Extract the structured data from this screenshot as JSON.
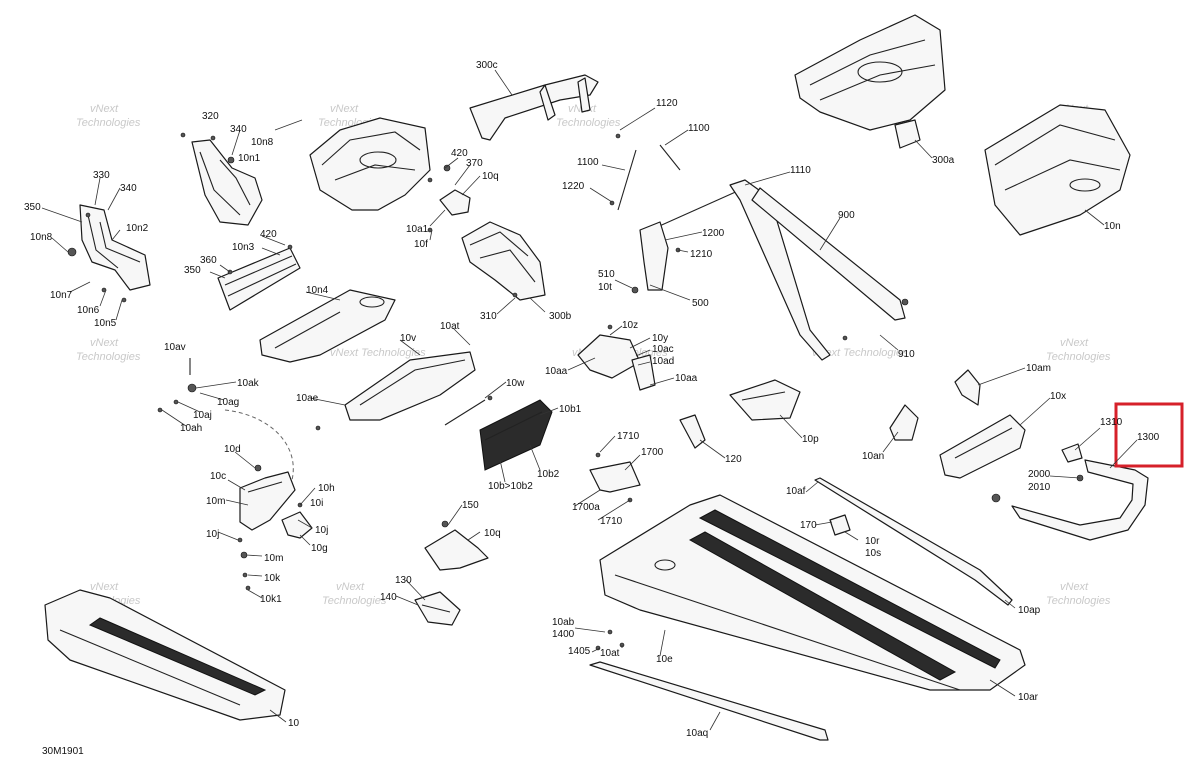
{
  "diagram": {
    "code": "30M1901",
    "highlight_color": "#d6202a",
    "watermark": {
      "line1": "vNext",
      "line2": "Technologies",
      "combined": "vNext Technologies"
    },
    "callouts": {
      "c300c": "300c",
      "c1120": "1120",
      "c1100a": "1100",
      "c1100b": "1100",
      "c1110": "1110",
      "c1220": "1220",
      "c1200": "1200",
      "c1210": "1210",
      "c510": "510",
      "c10t": "10t",
      "c500": "500",
      "c900": "900",
      "c910": "910",
      "c300a": "300a",
      "c10n": "10n",
      "c320": "320",
      "c340a": "340",
      "c10n8a": "10n8",
      "c10n1": "10n1",
      "c330": "330",
      "c340b": "340",
      "c350a": "350",
      "c10n8b": "10n8",
      "c10n2": "10n2",
      "c10n7": "10n7",
      "c10n6": "10n6",
      "c10n5": "10n5",
      "c420a": "420",
      "c370": "370",
      "c10q": "10q",
      "c10a1": "10a1",
      "c10f": "10f",
      "c310": "310",
      "c300b": "300b",
      "c10n3": "10n3",
      "c420b": "420",
      "c360": "360",
      "c350b": "350",
      "c10n4": "10n4",
      "c10at": "10at",
      "c10v": "10v",
      "c10av": "10av",
      "c10ak": "10ak",
      "c10ag": "10ag",
      "c10aj": "10aj",
      "c10ah": "10ah",
      "c10ae": "10ae",
      "c10w": "10w",
      "c10b1": "10b1",
      "c10b2": "10b2",
      "c10b10b2": "10b>10b2",
      "c10z": "10z",
      "c10y": "10y",
      "c10ac": "10ac",
      "c10ad": "10ad",
      "c10aa1": "10aa",
      "c10aa2": "10aa",
      "c10p": "10p",
      "c120": "120",
      "c10am": "10am",
      "c10x": "10x",
      "c10an": "10an",
      "c1310": "1310",
      "c1300": "1300",
      "c2000": "2000",
      "c2010": "2010",
      "c10d": "10d",
      "c10c": "10c",
      "c10m1": "10m",
      "c10h": "10h",
      "c10i": "10i",
      "c10j1": "10j",
      "c10g": "10g",
      "c10j2": "10j",
      "c10m2": "10m",
      "c10k": "10k",
      "c10k1": "10k1",
      "c1710a": "1710",
      "c1700": "1700",
      "c1700a": "1700a",
      "c1710b": "1710",
      "c150": "150",
      "c10qb": "10q",
      "c130": "130",
      "c140": "140",
      "c10af": "10af",
      "c170": "170",
      "c10r": "10r",
      "c10s": "10s",
      "c10ap": "10ap",
      "c10ab": "10ab",
      "c1400": "1400",
      "c1405": "1405",
      "c10at2": "10at",
      "c10e": "10e",
      "c10ar": "10ar",
      "c10aq": "10aq",
      "c10": "10"
    }
  }
}
